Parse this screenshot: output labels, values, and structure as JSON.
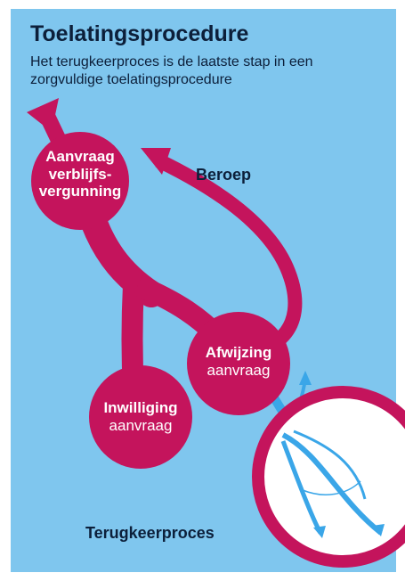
{
  "title": "Toelatingsprocedure",
  "subtitle": "Het terugkeerproces is de laatste stap in een zorgvuldige toelatingsprocedure",
  "nodes": {
    "aanvraag": {
      "lines": [
        "Aanvraag",
        "verblijfs-",
        "vergunning"
      ]
    },
    "afwijzing": {
      "line1": "Afwijzing",
      "line2": "aanvraag"
    },
    "inwilliging": {
      "line1": "Inwilliging",
      "line2": "aanvraag"
    }
  },
  "labels": {
    "beroep": "Beroep",
    "terugkeer": "Terugkeerproces"
  },
  "colors": {
    "background": "#7fc6ee",
    "flow": "#c4145c",
    "return_path": "#3aa6e8",
    "text_dark": "#0c1f3a"
  }
}
